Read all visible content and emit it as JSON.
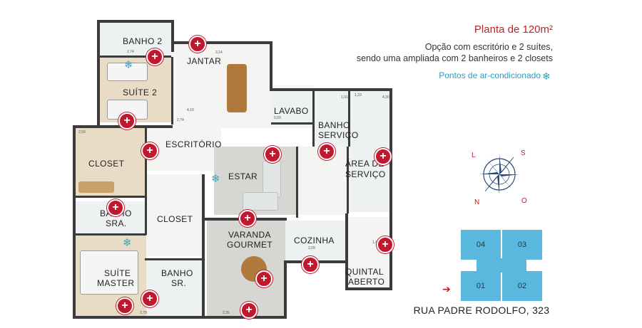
{
  "header": {
    "title": "Planta de 120m²",
    "description_line1": "Opção com escritório e 2 suítes,",
    "description_line2": "sendo uma ampliada com 2 banheiros e 2 closets",
    "ac_legend": "Pontos de ar-condicionado",
    "ac_icon": "snowflake-icon"
  },
  "rooms": {
    "banho2": "BANHO 2",
    "jantar": "JANTAR",
    "suite2": "SUÍTE 2",
    "lavabo": "LAVABO",
    "banho_servico_1": "BANHO",
    "banho_servico_2": "SERVIÇO",
    "escritorio": "ESCRITÓRIO",
    "closet1": "CLOSET",
    "estar": "ESTAR",
    "area_servico_1": "ÁREA DE",
    "area_servico_2": "SERVIÇO",
    "banho_sra_1": "BANHO",
    "banho_sra_2": "SRA.",
    "closet2": "CLOSET",
    "varanda_1": "VARANDA",
    "varanda_2": "GOURMET",
    "cozinha": "COZINHA",
    "suite_master_1": "SUÍTE",
    "suite_master_2": "MASTER",
    "banho_sr_1": "BANHO",
    "banho_sr_2": "SR.",
    "quintal_1": "QUINTAL",
    "quintal_2": "ABERTO"
  },
  "dimensions": [
    "2,74",
    "3,14",
    "4,10",
    "2,74",
    "2,59",
    "1,91",
    "1,23",
    "4,30",
    "0,93",
    "2,09",
    "2,79",
    "2,35",
    "1,40"
  ],
  "compass": {
    "l": "L",
    "s": "S",
    "n": "N",
    "o": "O"
  },
  "units": [
    "04",
    "03",
    "01",
    "02"
  ],
  "address": "RUA PADRE RODOLFO, 323",
  "colors": {
    "accent": "#b3262e",
    "pin": "#c0182f",
    "ac": "#2c9dbf",
    "unit": "#5ab8de"
  }
}
